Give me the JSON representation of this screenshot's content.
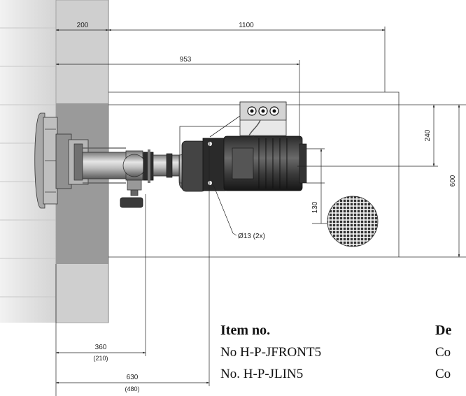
{
  "dimensions": {
    "d200": "200",
    "d1100": "1100",
    "d953": "953",
    "d240": "240",
    "d600": "600",
    "d130": "130",
    "hole": "Ø13 (2x)",
    "d360": "360",
    "d360_alt": "(210)",
    "d630": "630",
    "d630_alt": "(480)"
  },
  "table": {
    "headers": [
      "Item no.",
      "De"
    ],
    "rows": [
      [
        "No H-P-JFRONT5",
        "Co"
      ],
      [
        "No. H-P-JLIN5",
        "Co"
      ]
    ]
  }
}
